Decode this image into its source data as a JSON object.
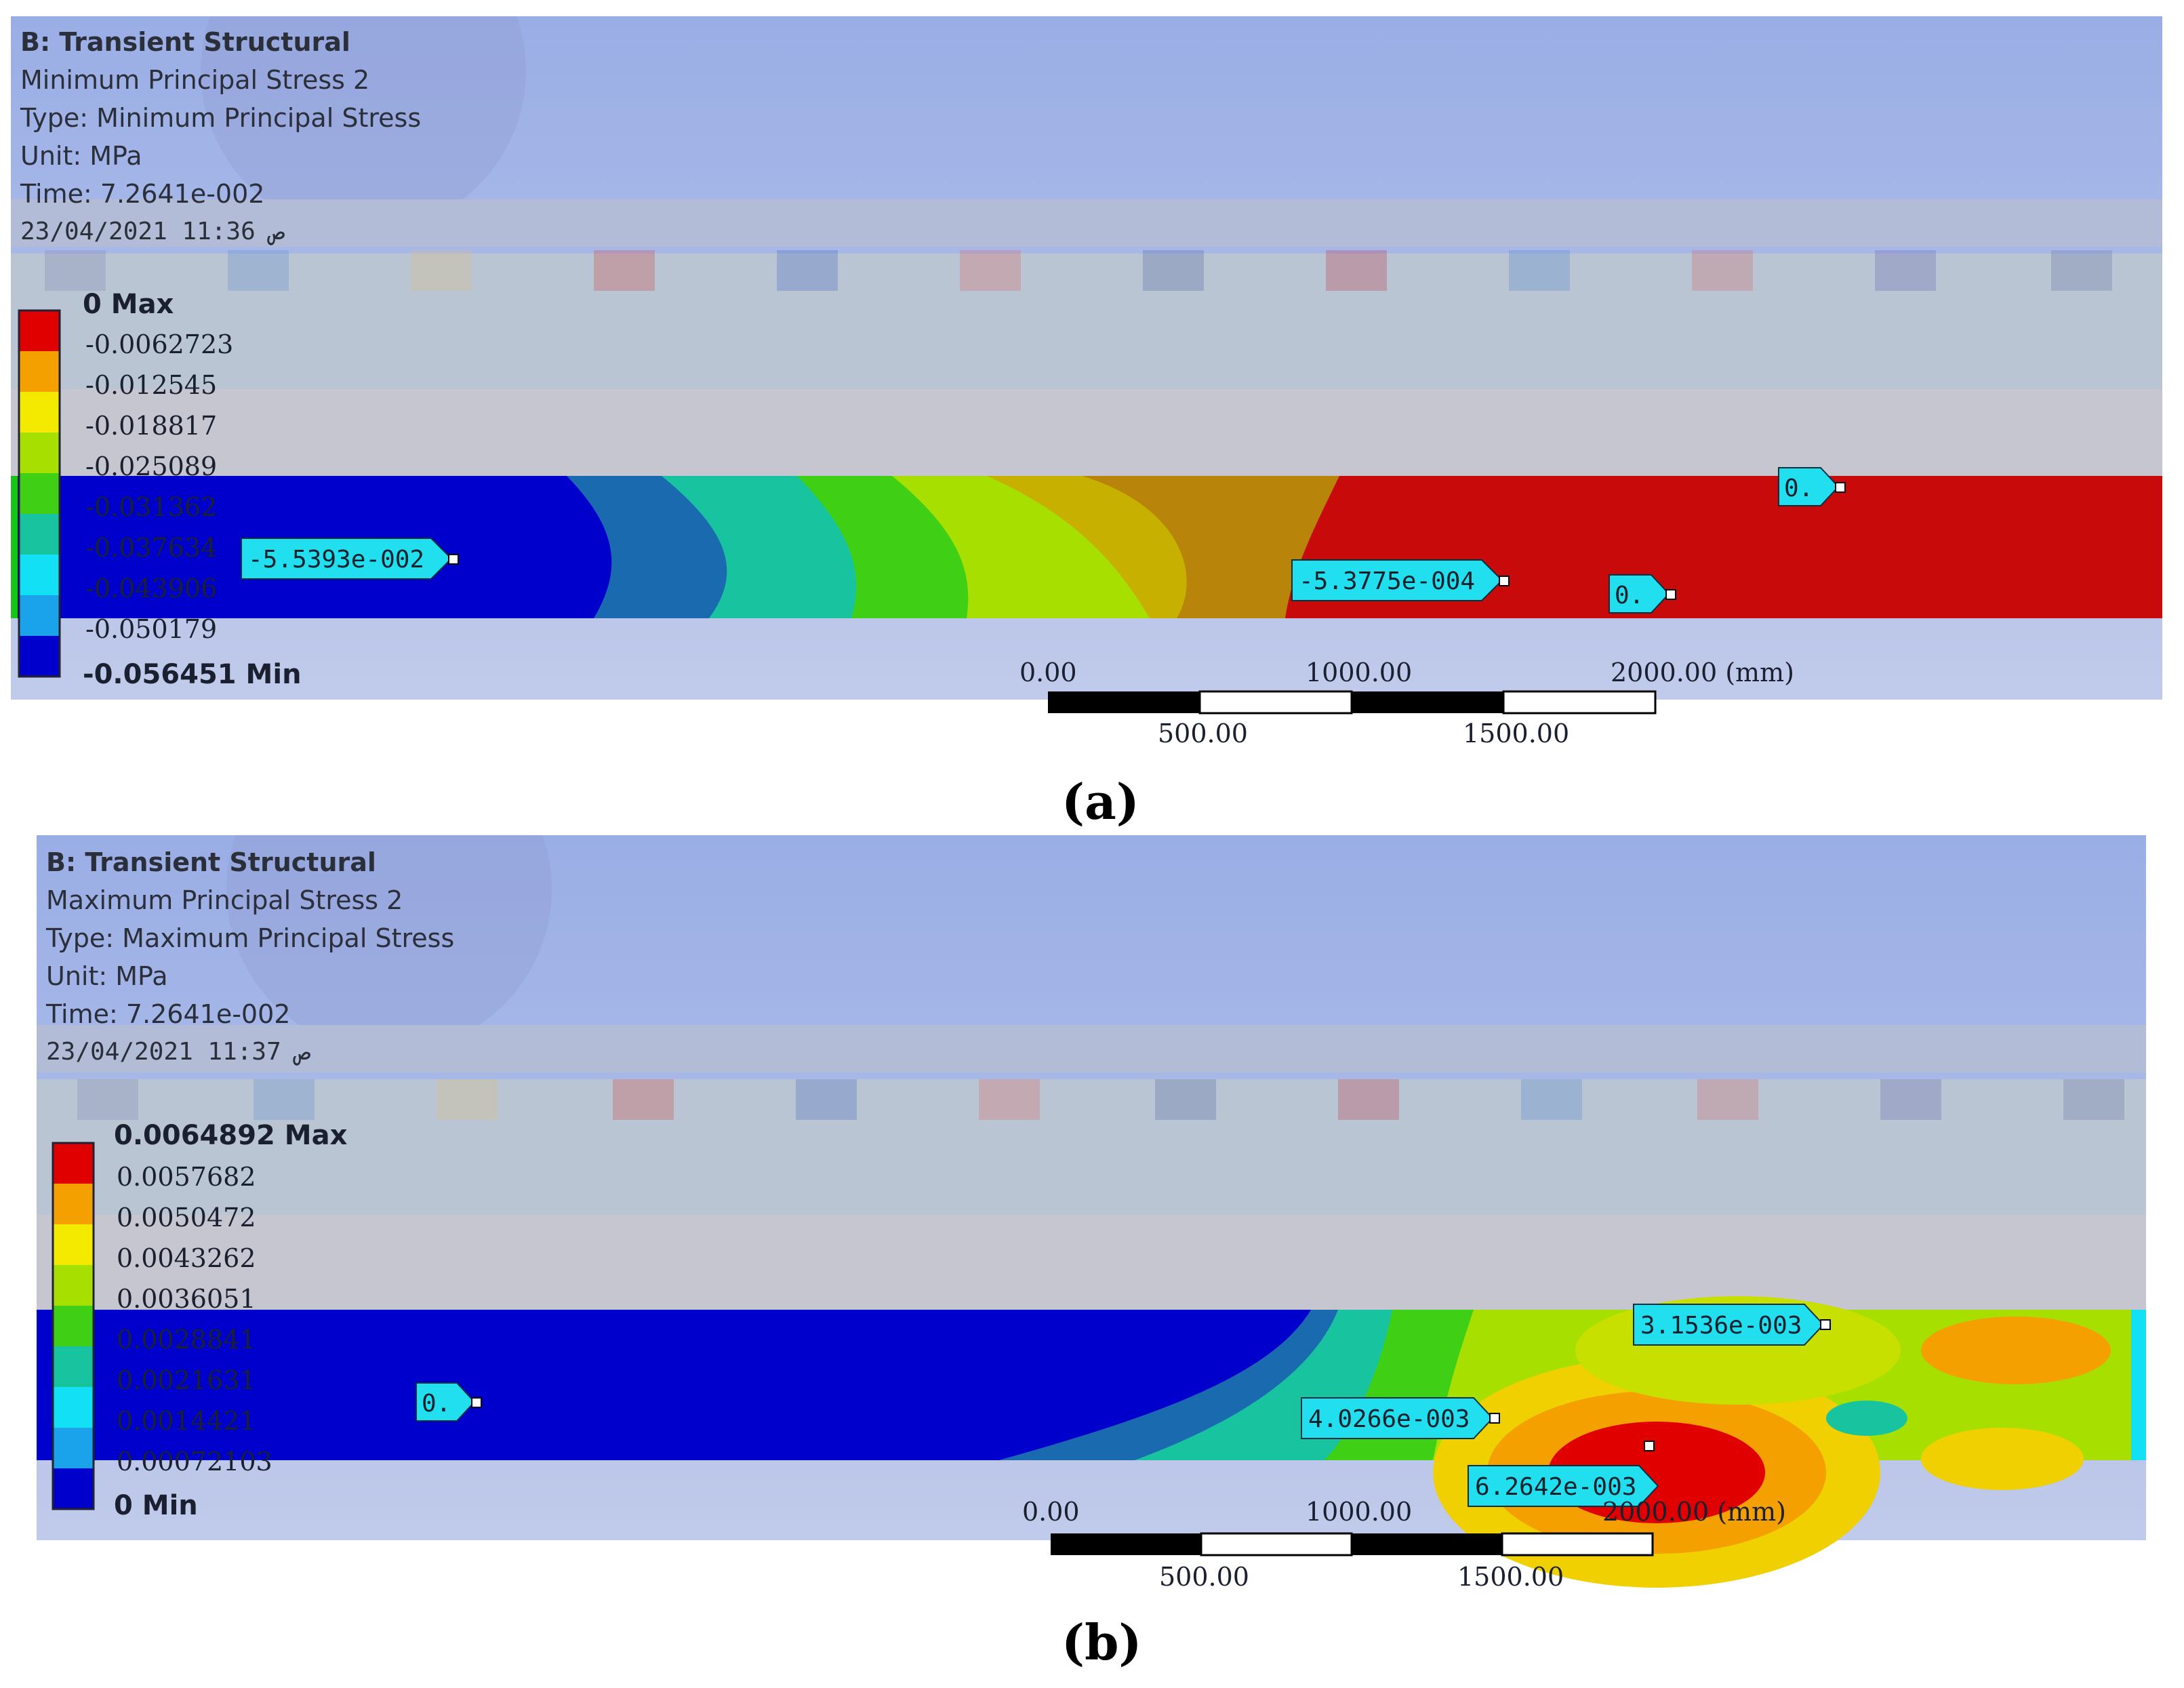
{
  "panels": [
    {
      "id": "a",
      "header": {
        "system": "B: Transient Structural",
        "result": "Minimum Principal Stress 2",
        "type": "Type: Minimum Principal Stress",
        "unit": "Unit: MPa",
        "time": "Time: 7.2641e-002",
        "date": "23/04/2021 11:36 ص"
      },
      "legend": {
        "max_label": "0 Max",
        "values": [
          "-0.0062723",
          "-0.012545",
          "-0.018817",
          "-0.025089",
          "-0.031362",
          "-0.037634",
          "-0.043906",
          "-0.050179"
        ],
        "min_label": "-0.056451 Min",
        "colors": [
          "#e00000",
          "#f3a000",
          "#f4ea00",
          "#a7e000",
          "#3fcf14",
          "#18c4a0",
          "#12e0f4",
          "#1aa2ea",
          "#0000cd"
        ]
      },
      "probes": [
        "-5.5393e-002",
        "-5.3775e-004",
        "0.",
        "0."
      ],
      "scale": {
        "top_labels": [
          "0.00",
          "1000.00",
          "2000.00 (mm)"
        ],
        "bottom_labels": [
          "500.00",
          "1500.00"
        ]
      }
    },
    {
      "id": "b",
      "header": {
        "system": "B: Transient Structural",
        "result": "Maximum Principal Stress 2",
        "type": "Type: Maximum Principal Stress",
        "unit": "Unit: MPa",
        "time": "Time: 7.2641e-002",
        "date": "23/04/2021 11:37 ص"
      },
      "legend": {
        "max_label": "0.0064892 Max",
        "values": [
          "0.0057682",
          "0.0050472",
          "0.0043262",
          "0.0036051",
          "0.0028841",
          "0.0021631",
          "0.0014421",
          "0.00072103"
        ],
        "min_label": "0 Min",
        "colors": [
          "#e00000",
          "#f3a000",
          "#f4ea00",
          "#a7e000",
          "#3fcf14",
          "#18c4a0",
          "#12e0f4",
          "#1aa2ea",
          "#0000cd"
        ]
      },
      "probes": [
        "0.",
        "4.0266e-003",
        "3.1536e-003",
        "6.2642e-003"
      ],
      "scale": {
        "top_labels": [
          "0.00",
          "1000.00",
          "2000.00 (mm)"
        ],
        "bottom_labels": [
          "500.00",
          "1500.00"
        ]
      }
    }
  ],
  "captions": {
    "a": "(a)",
    "b": "(b)"
  }
}
